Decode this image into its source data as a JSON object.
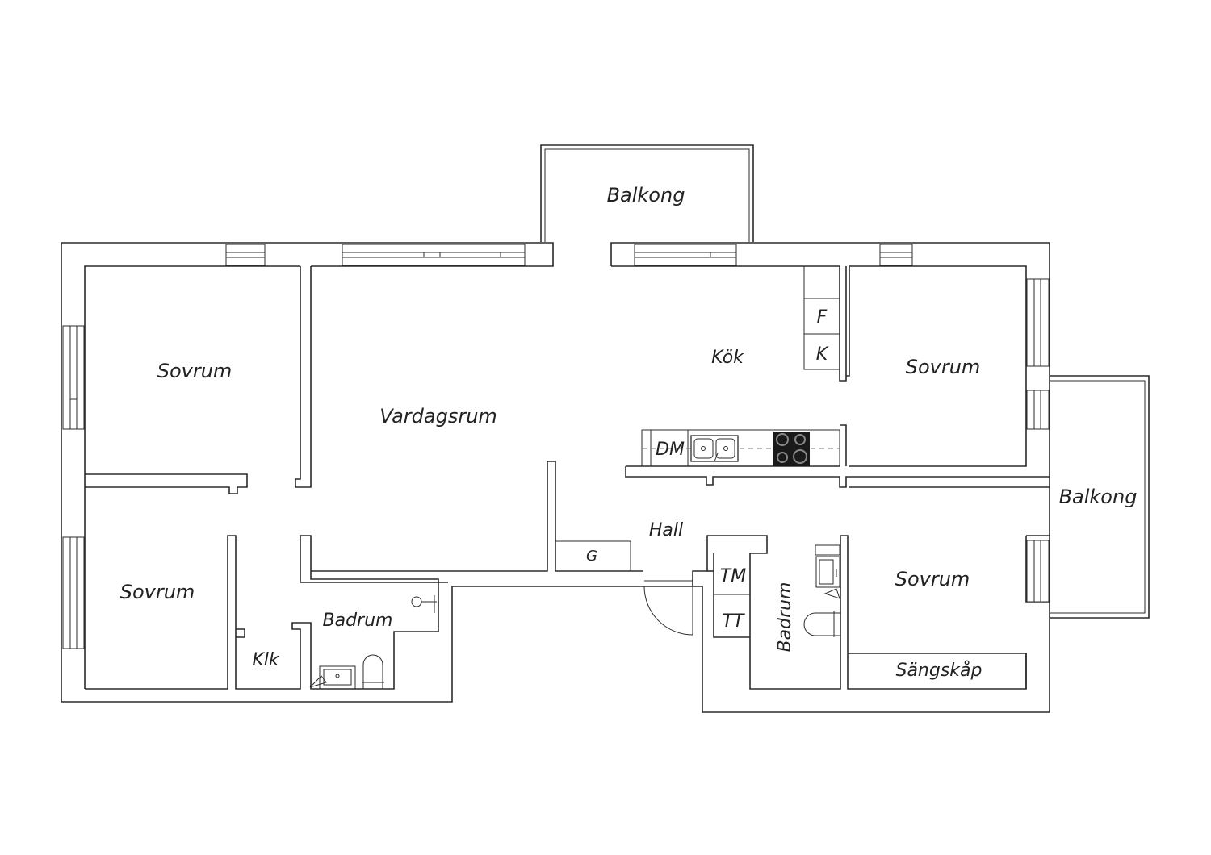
{
  "rooms": {
    "balkong_top": "Balkong",
    "balkong_right": "Balkong",
    "sovrum_tl": "Sovrum",
    "sovrum_bl": "Sovrum",
    "sovrum_tr": "Sovrum",
    "sovrum_br": "Sovrum",
    "vardagsrum": "Vardagsrum",
    "kok": "Kök",
    "hall": "Hall",
    "badrum_left": "Badrum",
    "badrum_right": "Badrum",
    "klk": "Klk",
    "sangskap": "Sängskåp"
  },
  "fixtures": {
    "fridge": "F",
    "freezer": "K",
    "dishwasher": "DM",
    "wardrobe": "G",
    "washer": "TM",
    "dryer": "TT"
  },
  "icons": {
    "stove": "stove-icon",
    "sink": "kitchen-sink-icon",
    "toilet": "toilet-icon",
    "washbasin": "washbasin-icon",
    "shower": "shower-icon"
  }
}
